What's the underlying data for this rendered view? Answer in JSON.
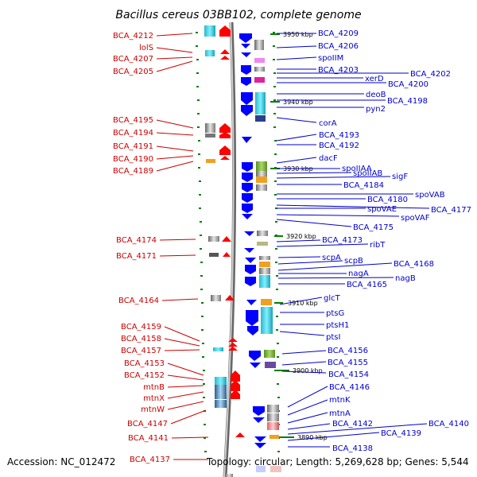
{
  "title": "Bacillus cereus 03BB102, complete genome",
  "footer": {
    "accession": "Accession: NC_012472",
    "summary": "Topology: circular; Length: 5,269,628 bp; Genes: 5,544"
  },
  "colors": {
    "left_label": "#cc0000",
    "right_label": "#0000cc",
    "left_gene": "#ff0000",
    "right_gene": "#0000ff",
    "axis": "#888888",
    "tick": "#008000"
  },
  "kbp_markers": [
    "3950 kbp",
    "3940 kbp",
    "3930 kbp",
    "3920 kbp",
    "3910 kbp",
    "3900 kbp",
    "3890 kbp"
  ],
  "left_labels": [
    "BCA_4212",
    "lolS",
    "BCA_4207",
    "BCA_4205",
    "BCA_4195",
    "BCA_4194",
    "BCA_4191",
    "BCA_4190",
    "BCA_4189",
    "BCA_4174",
    "BCA_4171",
    "BCA_4164",
    "BCA_4159",
    "BCA_4158",
    "BCA_4157",
    "BCA_4153",
    "BCA_4152",
    "mtnB",
    "mtnX",
    "mtnW",
    "BCA_4147",
    "BCA_4141",
    "BCA_4137"
  ],
  "right_labels": [
    "BCA_4209",
    "BCA_4206",
    "spoIIM",
    "BCA_4203",
    "BCA_4202",
    "xerD",
    "BCA_4200",
    "deoB",
    "BCA_4198",
    "pyn2",
    "corA",
    "BCA_4193",
    "BCA_4192",
    "dacF",
    "spoIIAA",
    "spoIIAB",
    "sigF",
    "BCA_4184",
    "spoVAB",
    "BCA_4180",
    "spoVAE",
    "BCA_4177",
    "spoVAF",
    "BCA_4175",
    "BCA_4173",
    "ribT",
    "scpA",
    "scpB",
    "BCA_4168",
    "nagA",
    "nagB",
    "BCA_4165",
    "glcT",
    "ptsG",
    "ptsH1",
    "ptsI",
    "BCA_4156",
    "BCA_4155",
    "BCA_4154",
    "BCA_4146",
    "mtnK",
    "mtnA",
    "BCA_4142",
    "BCA_4140",
    "BCA_4139",
    "BCA_4138"
  ]
}
